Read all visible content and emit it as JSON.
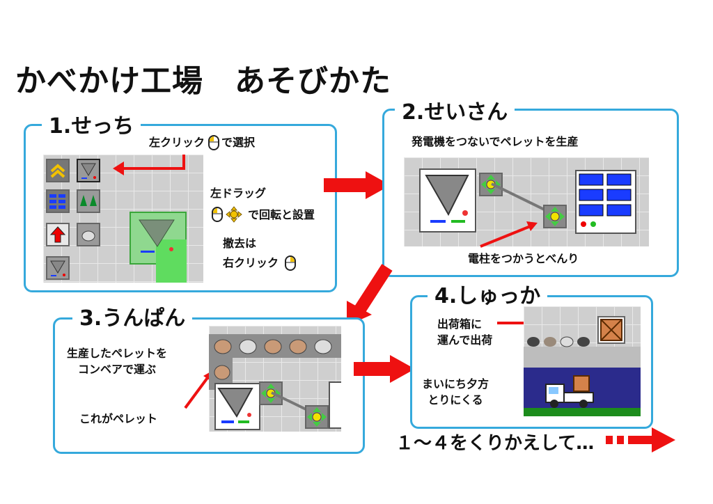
{
  "title": "かべかけ工場　あそびかた",
  "panels": {
    "p1": {
      "title": "1.せっち",
      "left_click": "左クリック",
      "left_click_suffix": "で選択",
      "left_drag": "左ドラッグ",
      "rotate_place": "で回転と設置",
      "remove": "撤去は",
      "right_click": "右クリック"
    },
    "p2": {
      "title": "2.せいさん",
      "caption": "発電機をつないでペレットを生産",
      "pole_note": "電柱をつかうとべんり"
    },
    "p3": {
      "title": "3.うんぱん",
      "caption": "生産したペレットを\nコンベアで運ぶ",
      "pellet_note": "これがペレット"
    },
    "p4": {
      "title": "4.しゅっか",
      "caption": "出荷箱に\n運んで出荷",
      "evening": "まいにち夕方\nとりにくる"
    }
  },
  "footer": "１～４をくりかえして…",
  "colors": {
    "panel_border": "#35a9dc",
    "arrow": "#ee1111",
    "tile_gray": "#9a9a9a",
    "green_highlight": "#5fdc5f",
    "night_blue": "#2b2b8c",
    "conveyor_yellow": "#f2c200"
  },
  "icons": [
    "mouse-left-icon",
    "mouse-icon",
    "move-cross-icon",
    "mouse-right-icon",
    "hopper-icon",
    "pellet-icon",
    "pole-icon",
    "crate-icon",
    "truck-icon"
  ]
}
